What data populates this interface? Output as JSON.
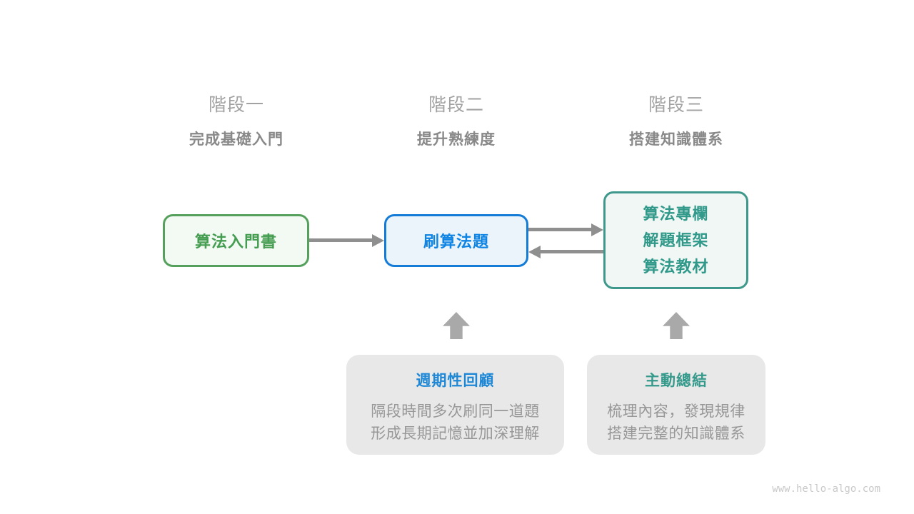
{
  "diagram_title": "algorithm-learning-roadmap",
  "stages": [
    {
      "label": "階段一",
      "subtitle": "完成基礎入門"
    },
    {
      "label": "階段二",
      "subtitle": "提升熟練度"
    },
    {
      "label": "階段三",
      "subtitle": "搭建知識體系"
    }
  ],
  "boxes": {
    "intro_book": {
      "label": "算法入門書"
    },
    "practice": {
      "label": "刷算法題"
    },
    "knowledge": {
      "lines": [
        "算法專欄",
        "解題框架",
        "算法教材"
      ]
    }
  },
  "notes": [
    {
      "title": "週期性回顧",
      "body_line1": "隔段時間多次刷同一道題",
      "body_line2": "形成長期記憶並加深理解"
    },
    {
      "title": "主動總結",
      "body_line1": "梳理內容，發現規律",
      "body_line2": "搭建完整的知識體系"
    }
  ],
  "watermark": "www.hello-algo.com",
  "colors": {
    "green_border": "#55a05c",
    "green_text": "#449d50",
    "blue_border": "#147cd6",
    "blue_text": "#0e84e4",
    "teal_border": "#3e998c",
    "teal_text": "#30998a",
    "arrow_gray": "#8f8f8f",
    "block_arrow_gray": "#a9a9a9",
    "note_bg": "#e8e8e8",
    "note_body_text": "#979797",
    "stage_label_gray": "#a2a2a2",
    "stage_subtitle_gray": "#898989"
  }
}
